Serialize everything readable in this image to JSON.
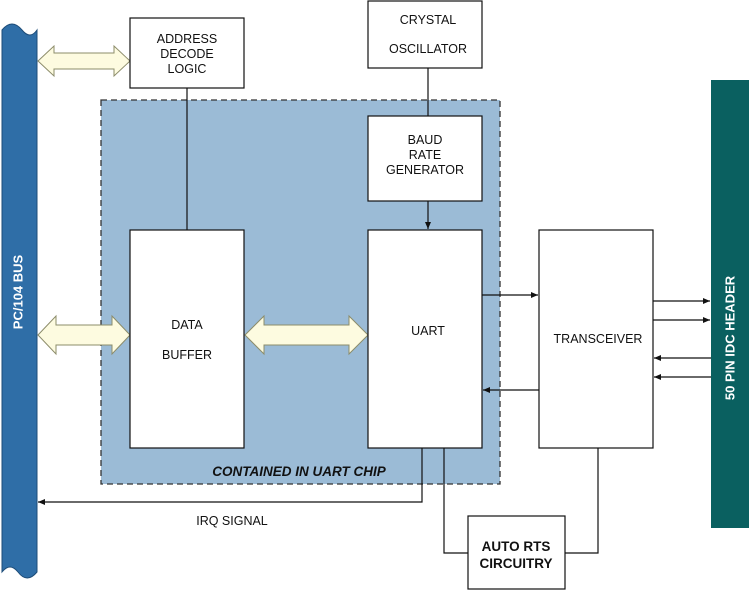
{
  "diagram": {
    "pc104_bus": "PC/104 BUS",
    "idc_header": "50 PIN IDC HEADER",
    "uart_chip_caption": "CONTAINED IN UART CHIP",
    "address_decode": [
      "ADDRESS",
      "DECODE",
      "LOGIC"
    ],
    "crystal_oscillator": [
      "CRYSTAL",
      "OSCILLATOR"
    ],
    "baud_rate_generator": [
      "BAUD",
      "RATE",
      "GENERATOR"
    ],
    "data_buffer": [
      "DATA",
      "BUFFER"
    ],
    "uart": "UART",
    "transceiver": "TRANSCEIVER",
    "auto_rts": [
      "AUTO RTS",
      "CIRCUITRY"
    ],
    "irq_signal": "IRQ SIGNAL",
    "colors": {
      "bus_blue": "#2f6ea7",
      "header_teal": "#0a6060",
      "chip_region": "#9bbbd6",
      "fat_arrow_fill": "#fdfbe0"
    }
  }
}
